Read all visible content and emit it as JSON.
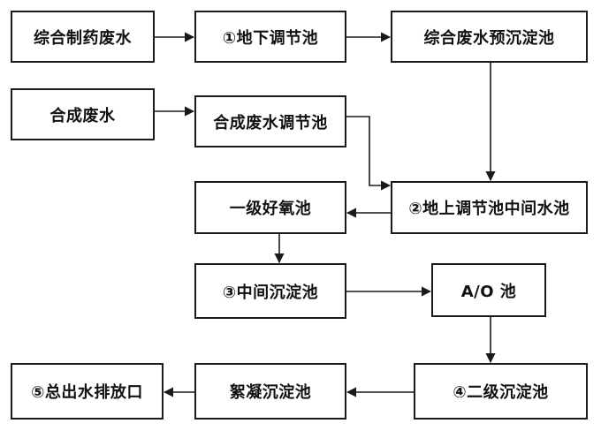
{
  "nodes": {
    "n1": "综合制药废水",
    "n2": "①地下调节池",
    "n3": "综合废水预沉淀池",
    "n4": "合成废水",
    "n5": "合成废水调节池",
    "n6": "②地上调节池中间水池",
    "n7": "一级好氧池",
    "n8": "③中间沉淀池",
    "n9": "A/O 池",
    "n10": "④二级沉淀池",
    "n11": "絮凝沉淀池",
    "n12": "⑤总出水排放口"
  },
  "edges": [
    [
      "n1",
      "n2"
    ],
    [
      "n2",
      "n3"
    ],
    [
      "n3",
      "n6"
    ],
    [
      "n4",
      "n5"
    ],
    [
      "n5",
      "n6"
    ],
    [
      "n6",
      "n7"
    ],
    [
      "n7",
      "n8"
    ],
    [
      "n8",
      "n9"
    ],
    [
      "n9",
      "n10"
    ],
    [
      "n10",
      "n11"
    ],
    [
      "n11",
      "n12"
    ]
  ],
  "colors": {
    "stroke": "#1a1a1a",
    "text": "#111111",
    "background": "#ffffff"
  }
}
